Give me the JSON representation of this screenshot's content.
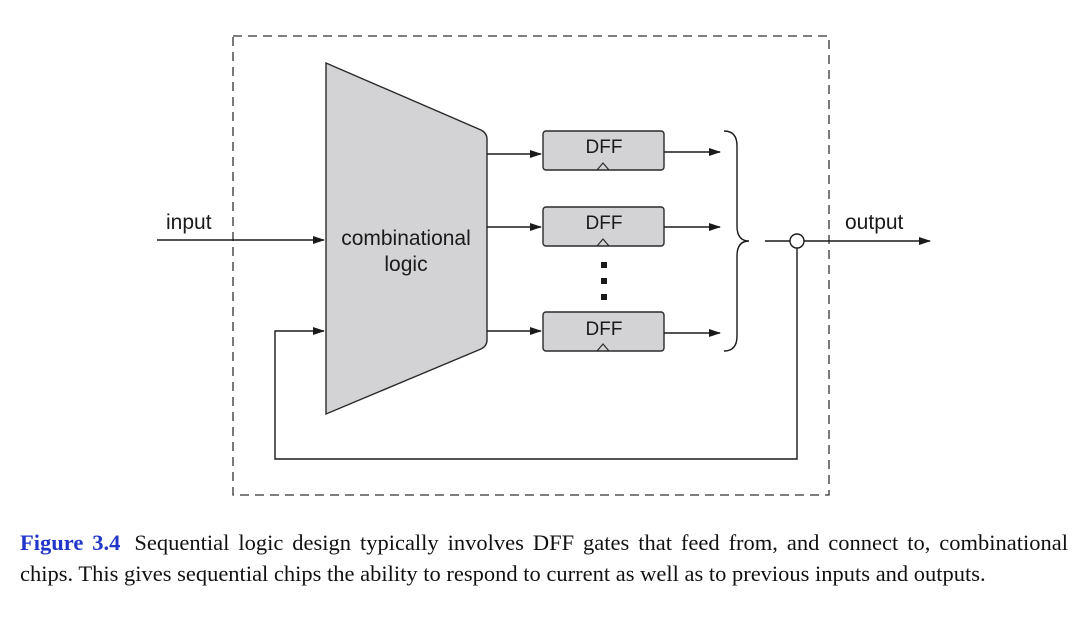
{
  "diagram": {
    "input_label": "input",
    "output_label": "output",
    "logic_label_line1": "combinational",
    "logic_label_line2": "logic",
    "dff_labels": [
      "DFF",
      "DFF",
      "DFF"
    ]
  },
  "caption": {
    "figure_number": "Figure 3.4",
    "text": "Sequential logic design typically involves DFF gates that feed from, and connect to, combinational chips. This gives sequential chips the ability to respond to current as well as to previous inputs and outputs."
  }
}
